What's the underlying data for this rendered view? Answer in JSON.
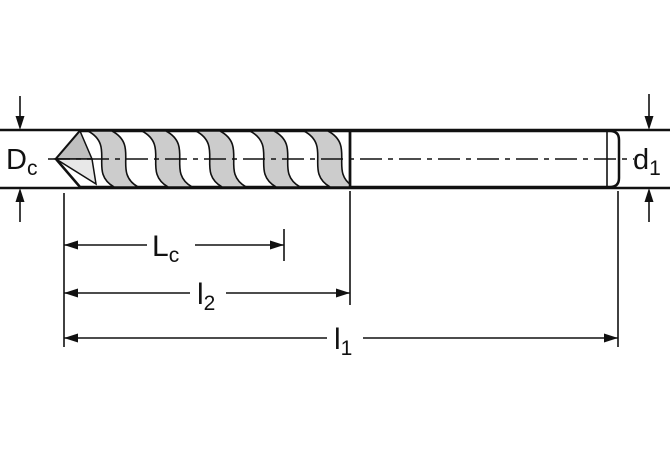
{
  "diagram": {
    "type": "technical-drawing",
    "subject": "twist-drill-side-view-with-dimensions",
    "labels": {
      "cutting_diameter": {
        "base": "D",
        "sub": "c"
      },
      "shank_diameter": {
        "base": "d",
        "sub": "1"
      },
      "flute_length": {
        "base": "L",
        "sub": "c"
      },
      "length_l2": {
        "base": "l",
        "sub": "2"
      },
      "overall_length": {
        "base": "l",
        "sub": "1"
      }
    },
    "colors": {
      "line": "#111111",
      "background": "#ffffff",
      "shank_fill": "#d6d6d6",
      "flute_band_fill": "#cccccc",
      "tip_facet_dark": "#bfbfbf",
      "tip_facet_light": "#e8e8e8"
    }
  }
}
